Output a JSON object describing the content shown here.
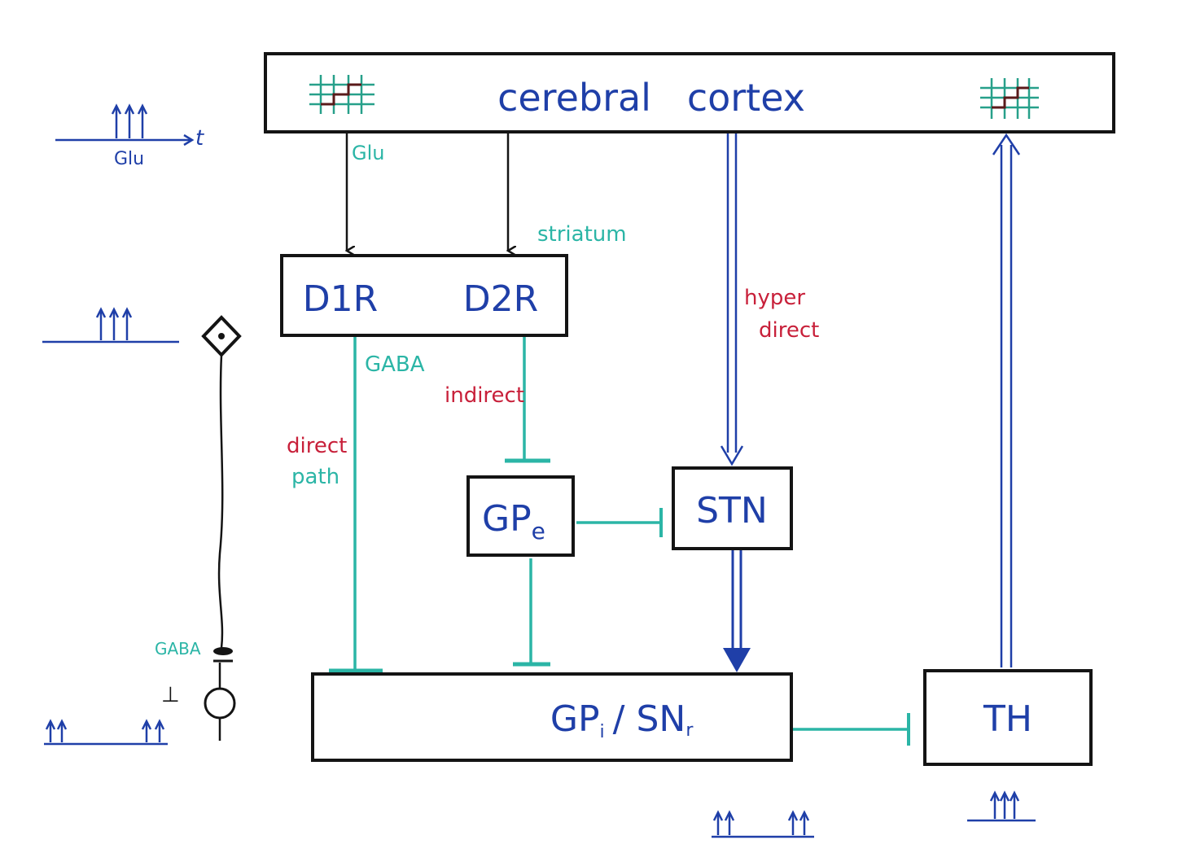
{
  "colors": {
    "blue": "#1f3fa8",
    "teal": "#2bb5a6",
    "red": "#c8203a",
    "outline": "#141414",
    "grid": "#27a08a"
  },
  "nodes": {
    "cortex": "cerebral   cortex",
    "d1r": "D1R",
    "d2r": "D2R",
    "gpe": "GP",
    "gpe_sub": "e",
    "stn": "STN",
    "gpi": "GP",
    "gpi_sub": "i",
    "snr": "/ SN",
    "snr_sub": "r",
    "th": "TH"
  },
  "labels": {
    "glu_arrow": "Glu",
    "striatum": "striatum",
    "gaba": "GABA",
    "indirect": "indirect",
    "direct": "direct",
    "path": "path",
    "hyper": "hyper",
    "hyper_direct": "direct"
  },
  "legend": {
    "time_axis": "t",
    "glu_spikes": "Glu",
    "gaba_synapse": "GABA",
    "inhibit_symbol": "⊥"
  }
}
